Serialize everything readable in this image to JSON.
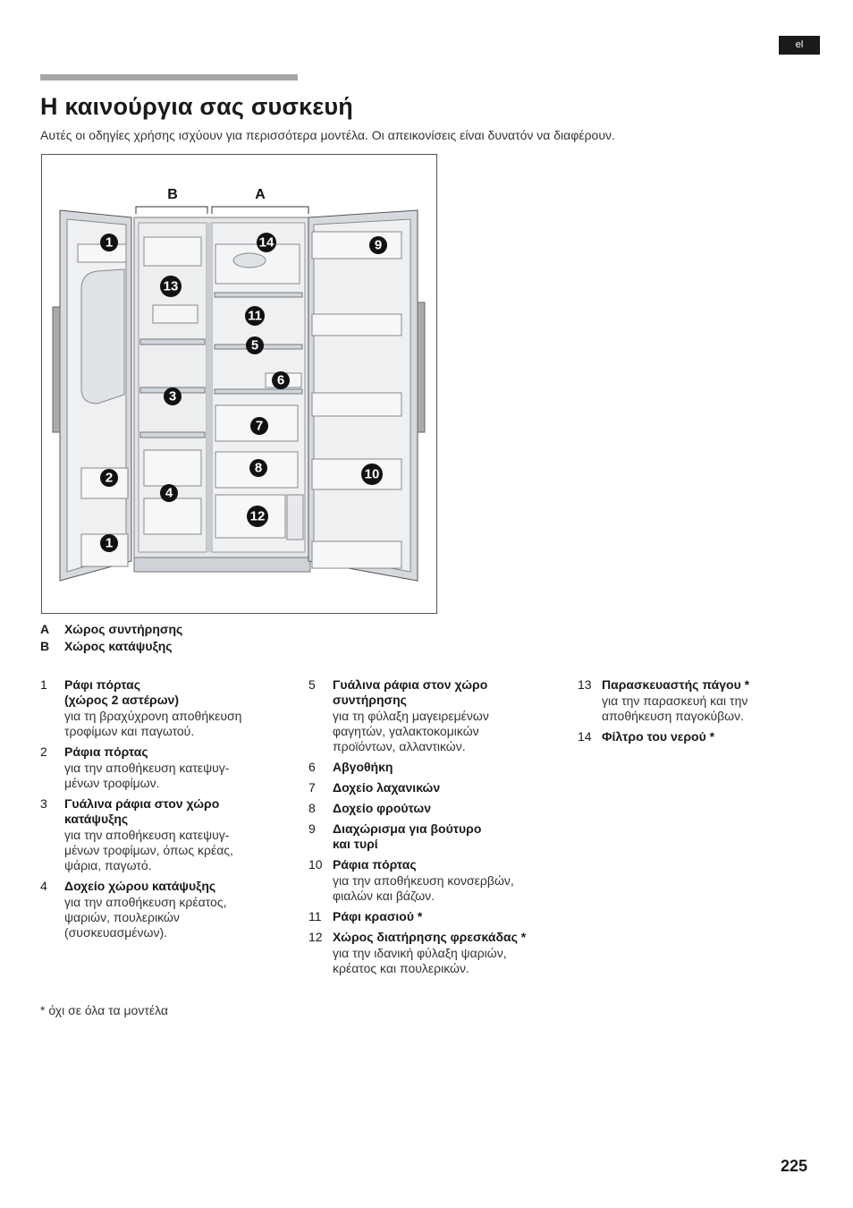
{
  "header": {
    "lang_badge": "el",
    "title": "Η καινούργια σας συσκευή",
    "intro": "Αυτές οι οδηγίες χρήσης ισχύουν για περισσότερα μοντέλα. Οι απεικονίσεις είναι δυνατόν να διαφέρουν."
  },
  "figure": {
    "zone_labels": [
      "B",
      "A"
    ],
    "callouts": [
      "1",
      "14",
      "9",
      "13",
      "11",
      "5",
      "6",
      "3",
      "7",
      "2",
      "8",
      "10",
      "4",
      "12",
      "1"
    ]
  },
  "zones": [
    {
      "key": "A",
      "label": "Χώρος συντήρησης"
    },
    {
      "key": "B",
      "label": "Χώρος κατάψυξης"
    }
  ],
  "legend": {
    "col1": [
      {
        "num": "1",
        "name": "Ράφι πόρτας\n(χώρος  2 αστέρων)",
        "desc": "για τη βραχύχρονη αποθήκευση\nτροφίμων και παγωτού."
      },
      {
        "num": "2",
        "name": "Ράφια πόρτας",
        "desc": "για την αποθήκευση κατεψυγ-\nμένων τροφίμων."
      },
      {
        "num": "3",
        "name": "Γυάλινα ράφια στον χώρο\nκατάψυξης",
        "desc": "για την αποθήκευση κατεψυγ-\nμένων τροφίμων, όπως κρέας,\nψάρια, παγωτό."
      },
      {
        "num": "4",
        "name": "Δοχείο χώρου κατάψυξης",
        "desc": "για την αποθήκευση κρέατος,\nψαριών, πουλερικών\n(συσκευασμένων)."
      }
    ],
    "col2": [
      {
        "num": "5",
        "name": "Γυάλινα ράφια στον χώρο\nσυντήρησης",
        "desc": "για τη φύλαξη μαγειρεμένων\nφαγητών, γαλακτοκομικών\nπροϊόντων, αλλαντικών."
      },
      {
        "num": "6",
        "name": "Αβγοθήκη",
        "desc": ""
      },
      {
        "num": "7",
        "name": "Δοχείο λαχανικών",
        "desc": ""
      },
      {
        "num": "8",
        "name": "Δοχείο φρούτων",
        "desc": ""
      },
      {
        "num": "9",
        "name": "Διαχώρισμα για βούτυρο\nκαι τυρί",
        "desc": ""
      },
      {
        "num": "10",
        "name": "Ράφια πόρτας",
        "desc": "για την αποθήκευση κονσερβών,\nφιαλών και βάζων."
      },
      {
        "num": "11",
        "name": "Ράφι κρασιού *",
        "desc": ""
      },
      {
        "num": "12",
        "name": "Χώρος διατήρησης φρεσκάδας *",
        "desc": "για την ιδανική φύλαξη ψαριών,\nκρέατος και πουλερικών."
      }
    ],
    "col3": [
      {
        "num": "13",
        "name": "Παρασκευαστής πάγου *",
        "desc": "για την παρασκευή και την\nαποθήκευση παγοκύβων."
      },
      {
        "num": "14",
        "name": "Φίλτρο  του  νερού  *",
        "desc": ""
      }
    ]
  },
  "footnote": "* όχι σε όλα τα μοντέλα",
  "page_number": "225"
}
